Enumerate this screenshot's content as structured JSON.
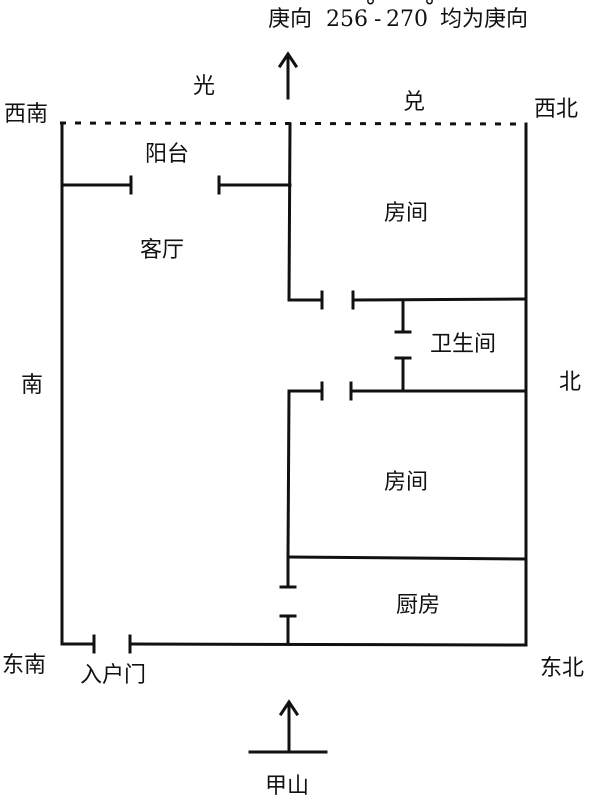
{
  "heading": {
    "direction_prefix": "庚向",
    "range_start": "256",
    "range_end": "270",
    "degree_mark": "°",
    "dash": "-",
    "suffix": "均为庚向"
  },
  "directions": {
    "southwest": "西南",
    "northwest": "西北",
    "south": "南",
    "north": "北",
    "southeast": "东南",
    "northeast": "东北"
  },
  "trigrams": {
    "light": "光",
    "dui": "兑"
  },
  "rooms": {
    "balcony": "阳台",
    "living_room": "客厅",
    "bedroom_top": "房间",
    "bathroom": "卫生间",
    "bedroom_bottom": "房间",
    "kitchen": "厨房",
    "entrance_door": "入户门"
  },
  "bottom": {
    "mountain": "甲山"
  },
  "colors": {
    "ink": "#111111",
    "background": "#ffffff"
  }
}
